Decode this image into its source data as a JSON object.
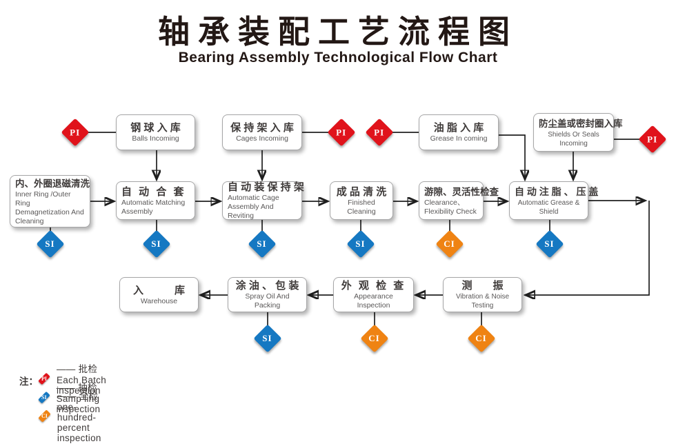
{
  "title": {
    "zh": "轴承装配工艺流程图",
    "en": "Bearing Assembly Technological Flow Chart"
  },
  "colors": {
    "batch_inspection_red": "#e0131b",
    "sampling_inspection_blue": "#1578c2",
    "full_inspection_orange": "#ef8313",
    "box_border": "#a6a6a7",
    "line": "#1f1f1f"
  },
  "badges": {
    "pi": "PI",
    "si": "SI",
    "ci": "CI"
  },
  "nodes": {
    "balls": {
      "zh": "钢 球 入 库",
      "en": "Balls Incoming"
    },
    "cages": {
      "zh": "保 持 架 入 库",
      "en": "Cages Incoming"
    },
    "grease": {
      "zh": "油 脂 入 库",
      "en": "Grease In coming"
    },
    "shields": {
      "zh": "防尘盖或密封圈入库",
      "en": "Shields Or Seals Incoming"
    },
    "demag": {
      "zh": "内、外圈退磁清洗",
      "en1": "Inner Ring /Outer Ring",
      "en2": "Demagnetization And",
      "en3": "Cleaning"
    },
    "matching": {
      "zh": "自 动 合 套",
      "en1": "Automatic Matching",
      "en2": "Assembly"
    },
    "cageAssembly": {
      "zh": "自 动 装 保 持 架",
      "en1": "Automatic Cage",
      "en2": "Assembly And Reviting"
    },
    "cleaning": {
      "zh": "成 品 清 洗",
      "en": "Finished Cleaning"
    },
    "clearance": {
      "zh": "游隙、灵活性检查",
      "en1": "Clearance、",
      "en2": "Flexibility Check"
    },
    "greaseShield": {
      "zh": "自 动 注 脂 、 压 盖",
      "en": "Automatic Grease & Shield"
    },
    "warehouse": {
      "zh": "入　　　库",
      "en": "Warehouse"
    },
    "spray": {
      "zh": "涂 油 、 包 装",
      "en": "Spray Oil And Packing"
    },
    "appearance": {
      "zh": "外 观 检 查",
      "en": "Appearance Inspection"
    },
    "vibration": {
      "zh": "测　　振",
      "en": "Vibration & Noise Testing"
    }
  },
  "legend": {
    "label": "注：",
    "items": [
      {
        "badge": "PI",
        "text": "—— 批检 Each Batch inspection"
      },
      {
        "badge": "SI",
        "text": "—— 抽检 Samp ling inspection"
      },
      {
        "badge": "CI",
        "text": "—— 全检 one-hundred-percent inspection"
      }
    ]
  }
}
